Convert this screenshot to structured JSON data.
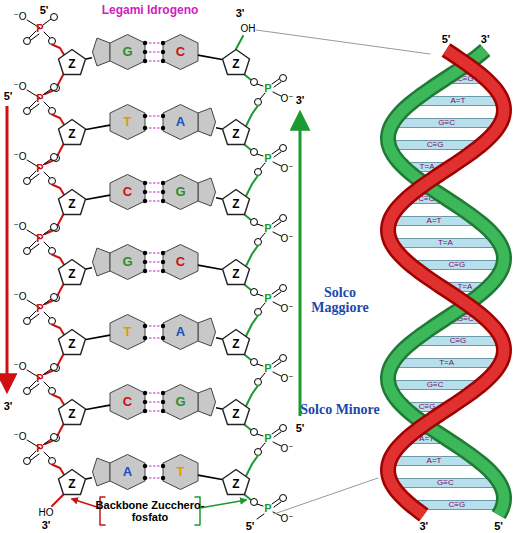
{
  "diagram": {
    "nodes": [
      {
        "text": [
          "Z"
        ]
      },
      {
        "text": [
          "G"
        ]
      },
      {
        "text": [
          "C"
        ]
      },
      {
        "text": [
          "Z"
        ]
      },
      {
        "text": [
          "Z"
        ]
      },
      {
        "text": [
          "T"
        ]
      },
      {
        "text": [
          "A"
        ]
      },
      {
        "text": [
          "Z"
        ]
      },
      {
        "text": [
          "Z"
        ]
      },
      {
        "text": [
          "C"
        ]
      },
      {
        "text": [
          "G"
        ]
      },
      {
        "text": [
          "Z"
        ]
      },
      {
        "text": [
          "Z"
        ]
      },
      {
        "text": [
          "G"
        ]
      },
      {
        "text": [
          "C"
        ]
      },
      {
        "text": [
          "Z"
        ]
      },
      {
        "text": [
          "Z"
        ]
      },
      {
        "text": [
          "T"
        ]
      },
      {
        "text": [
          "A"
        ]
      },
      {
        "text": [
          "Z"
        ]
      },
      {
        "text": [
          "Z"
        ]
      },
      {
        "text": [
          "C"
        ]
      },
      {
        "text": [
          "G"
        ]
      },
      {
        "text": [
          "Z"
        ]
      },
      {
        "text": [
          "Z"
        ]
      },
      {
        "text": [
          "A"
        ]
      },
      {
        "text": [
          "T"
        ]
      },
      {
        "text": [
          "Z"
        ]
      },
      {
        "text": [
          "C≡G"
        ]
      },
      {
        "text": [
          "A=T"
        ]
      },
      {
        "text": [
          "G≡C"
        ]
      },
      {
        "text": [
          "C≡G"
        ]
      },
      {
        "text": [
          "T=A"
        ]
      },
      {
        "text": [
          "C≡G"
        ]
      },
      {
        "text": [
          "A=T"
        ]
      },
      {
        "text": [
          "T=A"
        ]
      },
      {
        "text": [
          "C≡G"
        ]
      },
      {
        "text": [
          "T=A"
        ]
      },
      {
        "text": [
          "G≡C"
        ]
      },
      {
        "text": [
          "C≡G"
        ]
      },
      {
        "text": [
          "T=A"
        ]
      },
      {
        "text": [
          "G≡C"
        ]
      },
      {
        "text": [
          "C≡G"
        ]
      },
      {
        "text": [
          "A=T"
        ]
      },
      {
        "text": [
          "A=T"
        ]
      },
      {
        "text": [
          "G≡C"
        ]
      },
      {
        "text": [
          "C≡G"
        ]
      }
    ],
    "edges": [
      {
        "from": 0,
        "to": 1,
        "arrow": "none"
      },
      {
        "from": 1,
        "to": 2,
        "arrow": "none"
      },
      {
        "from": 1,
        "to": 2,
        "arrow": "none"
      },
      {
        "from": 1,
        "to": 2,
        "arrow": "none"
      },
      {
        "from": 2,
        "to": 3,
        "arrow": "none"
      },
      {
        "from": 4,
        "to": 5,
        "arrow": "none"
      },
      {
        "from": 5,
        "to": 6,
        "arrow": "none"
      },
      {
        "from": 5,
        "to": 6,
        "arrow": "none"
      },
      {
        "from": 6,
        "to": 7,
        "arrow": "none"
      },
      {
        "from": 8,
        "to": 9,
        "arrow": "none"
      },
      {
        "from": 9,
        "to": 10,
        "arrow": "none"
      },
      {
        "from": 9,
        "to": 10,
        "arrow": "none"
      },
      {
        "from": 9,
        "to": 10,
        "arrow": "none"
      },
      {
        "from": 10,
        "to": 11,
        "arrow": "none"
      },
      {
        "from": 12,
        "to": 13,
        "arrow": "none"
      },
      {
        "from": 13,
        "to": 14,
        "arrow": "none"
      },
      {
        "from": 13,
        "to": 14,
        "arrow": "none"
      },
      {
        "from": 13,
        "to": 14,
        "arrow": "none"
      },
      {
        "from": 14,
        "to": 15,
        "arrow": "none"
      },
      {
        "from": 16,
        "to": 17,
        "arrow": "none"
      },
      {
        "from": 17,
        "to": 18,
        "arrow": "none"
      },
      {
        "from": 17,
        "to": 18,
        "arrow": "none"
      },
      {
        "from": 18,
        "to": 19,
        "arrow": "none"
      },
      {
        "from": 20,
        "to": 21,
        "arrow": "none"
      },
      {
        "from": 21,
        "to": 22,
        "arrow": "none"
      },
      {
        "from": 21,
        "to": 22,
        "arrow": "none"
      },
      {
        "from": 21,
        "to": 22,
        "arrow": "none"
      },
      {
        "from": 22,
        "to": 23,
        "arrow": "none"
      },
      {
        "from": 24,
        "to": 25,
        "arrow": "none"
      },
      {
        "from": 25,
        "to": 26,
        "arrow": "none"
      },
      {
        "from": 25,
        "to": 26,
        "arrow": "none"
      },
      {
        "from": 26,
        "to": 27,
        "arrow": "none"
      }
    ],
    "labels": [
      "Legami Idrogeno",
      "5'",
      "3'",
      "OH",
      "⁻O",
      "P",
      "⁻O",
      "P",
      "⁻O",
      "P",
      "⁻O",
      "P",
      "⁻O",
      "P",
      "⁻O",
      "P",
      "⁻O",
      "P",
      "P",
      "O⁻",
      "P",
      "O⁻",
      "P",
      "O⁻",
      "P",
      "O⁻",
      "P",
      "O⁻",
      "P",
      "O⁻",
      "P",
      "O⁻",
      "HO",
      "3'",
      "5'",
      "5'",
      "3'",
      "3'",
      "5'",
      "Backbone Zucchero-fosfato",
      "5'",
      "3'",
      "3'",
      "5'",
      "Solco Maggiore",
      "Solco Minore"
    ]
  }
}
